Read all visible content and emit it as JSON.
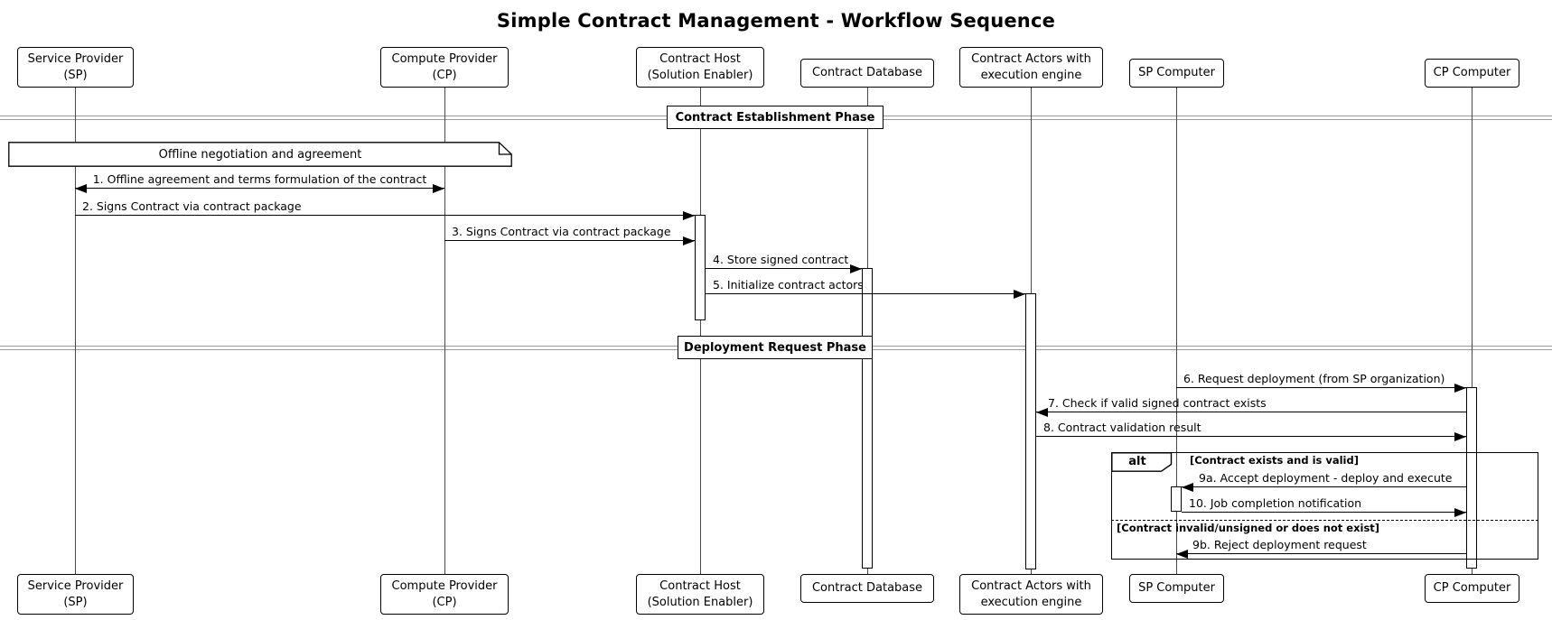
{
  "colors": {
    "background": "#ffffff",
    "stroke": "#000000",
    "divider_line": "#9a9a9a"
  },
  "title": "Simple Contract Management - Workflow Sequence",
  "participants": [
    {
      "name": "Service Provider\n(SP)"
    },
    {
      "name": "Compute Provider\n(CP)"
    },
    {
      "name": "Contract Host\n(Solution Enabler)"
    },
    {
      "name": "Contract Database"
    },
    {
      "name": "Contract Actors with\nexecution engine"
    },
    {
      "name": "SP Computer"
    },
    {
      "name": "CP Computer"
    }
  ],
  "dividers": [
    {
      "label": "Contract Establishment Phase"
    },
    {
      "label": "Deployment Request Phase"
    }
  ],
  "note": {
    "text": "Offline negotiation and agreement"
  },
  "messages": [
    {
      "label": "1. Offline agreement and terms formulation of the contract"
    },
    {
      "label": "2. Signs Contract via contract package"
    },
    {
      "label": "3. Signs Contract via contract package"
    },
    {
      "label": "4. Store signed contract"
    },
    {
      "label": "5. Initialize contract actors"
    },
    {
      "label": "6. Request deployment (from SP organization)"
    },
    {
      "label": "7. Check if valid signed contract exists"
    },
    {
      "label": "8. Contract validation result"
    },
    {
      "label": "9a. Accept deployment - deploy and execute"
    },
    {
      "label": "10. Job completion notification"
    },
    {
      "label": "9b. Reject deployment request"
    }
  ],
  "alt": {
    "operator": "alt",
    "guard_valid": "[Contract exists and is valid]",
    "guard_invalid": "[Contract invalid/unsigned or does not exist]"
  }
}
